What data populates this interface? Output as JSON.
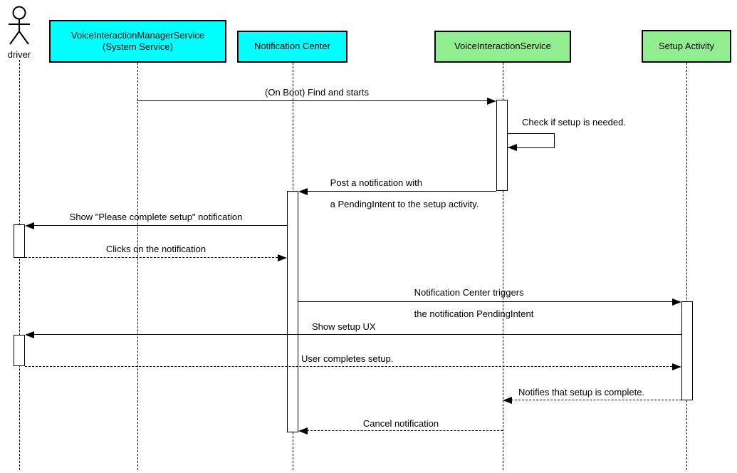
{
  "participants": {
    "driver": {
      "label": "driver",
      "kind": "actor"
    },
    "vims": {
      "label_line1": "VoiceInteractionManagerService",
      "label_line2": "(System Service)",
      "fill": "#00FFFF"
    },
    "notification_center": {
      "label": "Notification Center",
      "fill": "#00FFFF"
    },
    "voice_interaction_service": {
      "label": "VoiceInteractionService",
      "fill": "#90EE90"
    },
    "setup_activity": {
      "label": "Setup Activity",
      "fill": "#90EE90"
    }
  },
  "messages": {
    "on_boot": {
      "label": "(On Boot) Find and starts",
      "from": "VoiceInteractionManagerService (System Service)",
      "to": "VoiceInteractionService",
      "line": "solid"
    },
    "check_setup": {
      "label": "Check if setup is needed.",
      "from": "VoiceInteractionService",
      "to": "VoiceInteractionService",
      "line": "solid-self"
    },
    "post_notification": {
      "label_line1": "Post a notification with",
      "label_line2": "a PendingIntent to the setup activity.",
      "from": "VoiceInteractionService",
      "to": "Notification Center",
      "line": "solid"
    },
    "show_notification": {
      "label": "Show \"Please complete setup\" notification",
      "from": "Notification Center",
      "to": "driver",
      "line": "solid"
    },
    "click_notification": {
      "label": "Clicks on the notification",
      "from": "driver",
      "to": "Notification Center",
      "line": "dashed"
    },
    "trigger_pendingintent": {
      "label_line1": "Notification Center triggers",
      "label_line2": "the notification PendingIntent",
      "from": "Notification Center",
      "to": "Setup Activity",
      "line": "solid"
    },
    "show_setup_ux": {
      "label": "Show setup UX",
      "from": "Setup Activity",
      "to": "driver",
      "line": "solid"
    },
    "user_completes": {
      "label": "User completes setup.",
      "from": "driver",
      "to": "Setup Activity",
      "line": "dashed"
    },
    "notify_complete": {
      "label": "Notifies that setup is complete.",
      "from": "Setup Activity",
      "to": "VoiceInteractionService",
      "line": "dashed"
    },
    "cancel_notification": {
      "label": "Cancel notification",
      "from": "VoiceInteractionService",
      "to": "Notification Center",
      "line": "dashed"
    }
  },
  "colors": {
    "system_component_fill": "#00FFFF",
    "app_component_fill": "#90EE90",
    "line": "#000000",
    "background": "#FFFFFF"
  }
}
